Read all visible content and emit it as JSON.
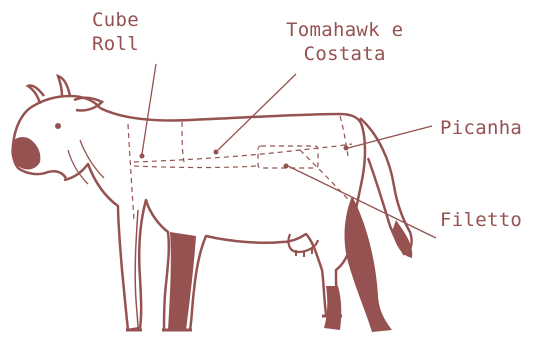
{
  "diagram": {
    "colors": {
      "ink": "#955250",
      "fill": "#955250",
      "paper": "#ffffff"
    },
    "labels": {
      "cube_roll": {
        "line1": "Cube",
        "line2": "Roll"
      },
      "tomahawk": {
        "line1": "Tomahawk e",
        "line2": "Costata"
      },
      "picanha": {
        "line1": "Picanha"
      },
      "filetto": {
        "line1": "Filetto"
      }
    }
  }
}
